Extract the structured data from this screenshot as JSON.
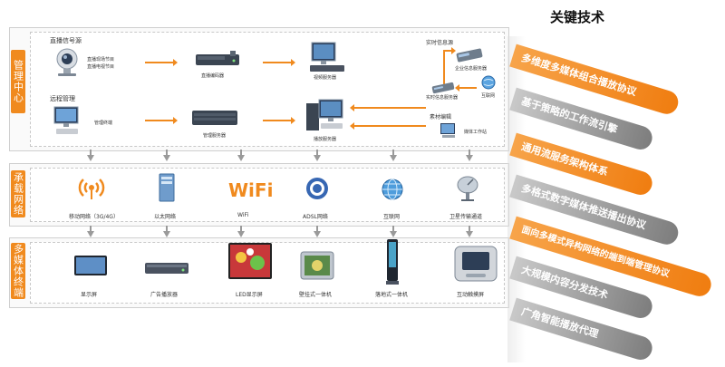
{
  "sections": {
    "management": {
      "tab": "管理中心",
      "live_source": "直播信号源",
      "live_source_items": [
        "直播现场节目",
        "直播电视节目"
      ],
      "live_encoder": "直播编码器",
      "video_server": "视频服务器",
      "remote_mgmt": "远程管理",
      "mgmt_terminal": "管理终端",
      "mgmt_server": "管理服务器",
      "broadcast_server": "播放服务器",
      "realtime_source": "实时信息源",
      "info_service": "企业信息服务器",
      "realtime_server": "实时信息服务器",
      "internet": "互联网",
      "material_edit": "素材编辑",
      "media_workstation": "媒体工作站"
    },
    "carrier": {
      "tab": "承载网络",
      "items": [
        "移动网络（3G/4G）",
        "以太网络",
        "WiFi",
        "ADSL网络",
        "互联网",
        "卫星传输通道"
      ],
      "wifi_logo": "WiFi"
    },
    "media": {
      "tab": "多媒体终端",
      "items": [
        "显示屏",
        "广告播放器",
        "LED显示屏",
        "壁挂式一体机",
        "落地式一体机",
        "互动触摸屏"
      ]
    }
  },
  "key_tech": {
    "title": "关键技术",
    "items": [
      {
        "label": "多维度多媒体组合播放协议",
        "style": "orange"
      },
      {
        "label": "基于策略的工作流引擎",
        "style": "gray"
      },
      {
        "label": "通用流服务架构体系",
        "style": "orange"
      },
      {
        "label": "多格式数字媒体推送播出协议",
        "style": "gray"
      },
      {
        "label": "面向多模式异构网络的端到端管理协议",
        "style": "orange"
      },
      {
        "label": "大规模内容分发技术",
        "style": "gray"
      },
      {
        "label": "广角智能播放代理",
        "style": "gray"
      }
    ]
  },
  "colors": {
    "accent": "#f08a1e",
    "gray": "#8a8a8a"
  }
}
